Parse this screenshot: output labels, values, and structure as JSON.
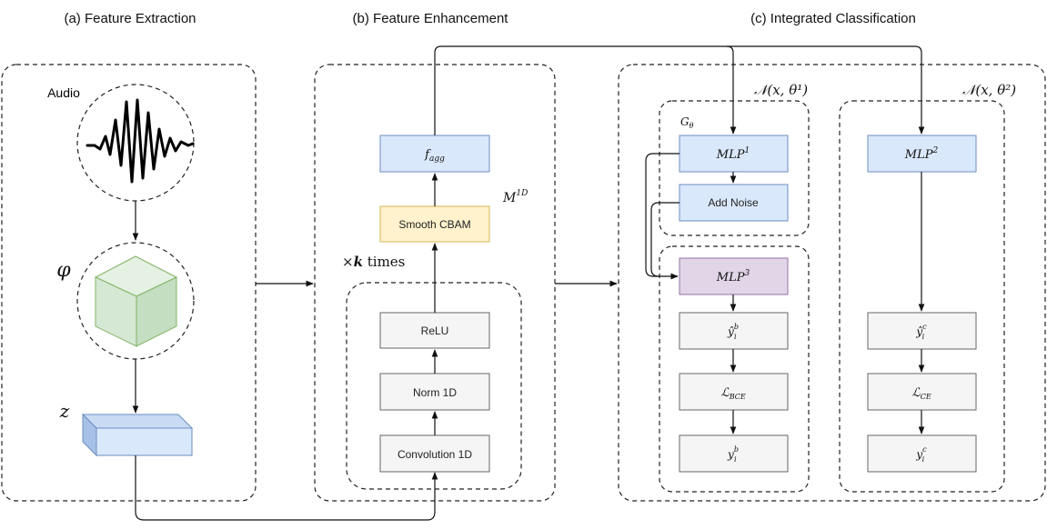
{
  "sections": {
    "a_title": "(a) Feature Extraction",
    "b_title": "(b) Feature Enhancement",
    "c_title": "(c) Integrated Classification"
  },
  "extraction": {
    "audio_label": "Audio",
    "phi_label": "φ",
    "z_label": "z"
  },
  "enhancement": {
    "f_agg_base": "f",
    "f_agg_sub": "agg",
    "cbam_label": "Smooth CBAM",
    "m1d_base": "M",
    "m1d_sup": "1D",
    "k_times_pre": "×",
    "k_times_k": "k",
    "k_times_post": " times",
    "relu_label": "ReLU",
    "norm_label": "Norm 1D",
    "conv_label": "Convolution 1D"
  },
  "classification": {
    "n1_label": "𝒩(x, θ¹)",
    "n2_label": "𝒩(x, θ²)",
    "g_theta_base": "G",
    "g_theta_sub": "θ",
    "mlp1_base": "MLP",
    "mlp1_sup": "1",
    "add_noise_label": "Add Noise",
    "mlp3_base": "MLP",
    "mlp3_sup": "3",
    "yhat_b_base": "ŷ",
    "yhat_b_sup": "b",
    "yhat_b_sub": "i",
    "loss_bce_base": "ℒ",
    "loss_bce_sub": "BCE",
    "y_b_base": "y",
    "y_b_sup": "b",
    "y_b_sub": "i",
    "mlp2_base": "MLP",
    "mlp2_sup": "2",
    "yhat_c_base": "ŷ",
    "yhat_c_sup": "c",
    "yhat_c_sub": "i",
    "loss_ce_base": "ℒ",
    "loss_ce_sub": "CE",
    "y_c_base": "y",
    "y_c_sup": "c",
    "y_c_sub": "i"
  },
  "colors": {
    "blue_fill": "#dae8fc",
    "blue_stroke": "#6c8ebf",
    "yellow_fill": "#fff2cc",
    "yellow_stroke": "#d6b656",
    "purple_fill": "#e1d5e7",
    "purple_stroke": "#9673a6",
    "gray_fill": "#f5f5f5",
    "gray_stroke": "#666666",
    "cube_front": "#d5e8d4",
    "cube_stroke": "#82b366"
  }
}
